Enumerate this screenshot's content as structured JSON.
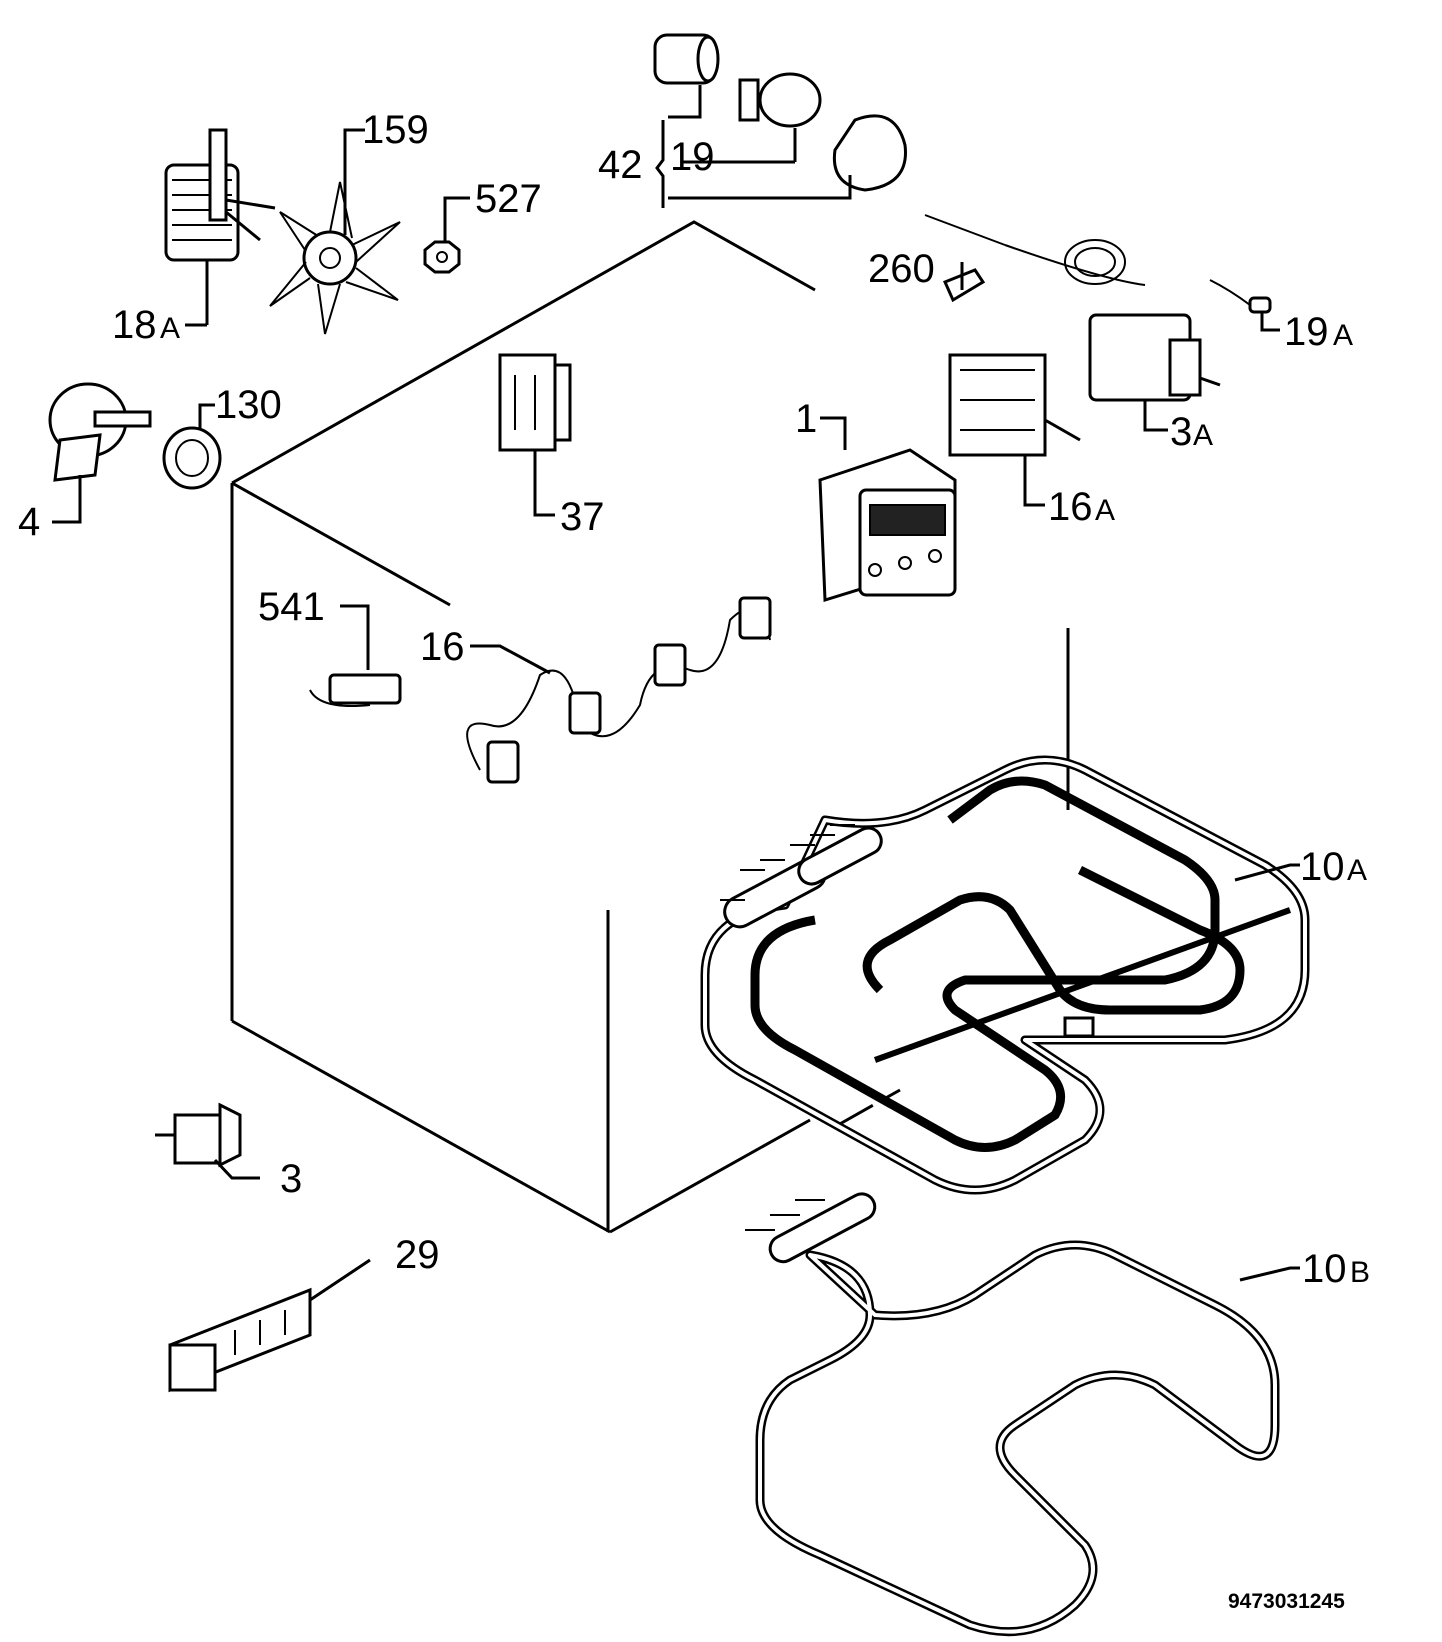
{
  "drawing_number": "9473031245",
  "callouts": {
    "c159": "159",
    "c527": "527",
    "c42": "42",
    "c19": "19",
    "c18A_num": "18",
    "c18A_suf": "A",
    "c260": "260",
    "c19A_num": "19",
    "c19A_suf": "A",
    "c130": "130",
    "c4": "4",
    "c1": "1",
    "c3A_num": "3",
    "c3A_suf": "A",
    "c37": "37",
    "c16A_num": "16",
    "c16A_suf": "A",
    "c541": "541",
    "c16": "16",
    "c10A_num": "10",
    "c10A_suf": "A",
    "c3": "3",
    "c29": "29",
    "c10B_num": "10",
    "c10B_suf": "B"
  }
}
